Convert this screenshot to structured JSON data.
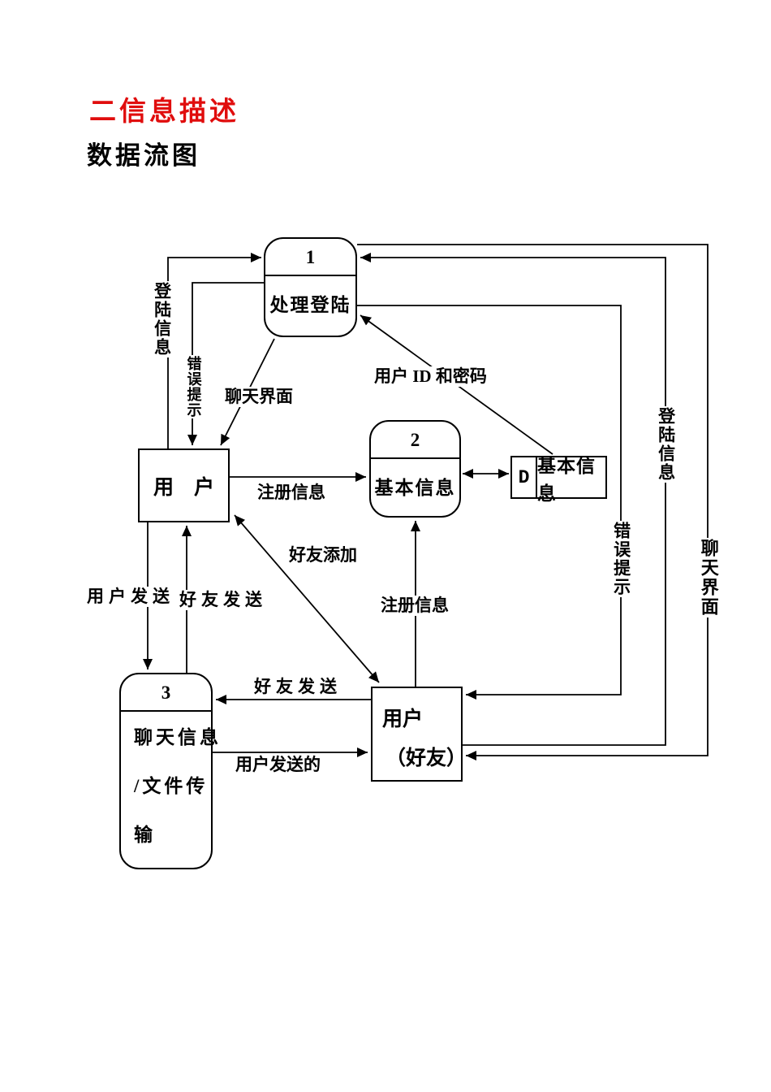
{
  "page": {
    "title": "二信息描述",
    "subtitle": "数据流图"
  },
  "colors": {
    "title_red": "#e00d0d",
    "ink": "#000000",
    "background": "#ffffff"
  },
  "diagram": {
    "process1": {
      "number": "1",
      "name": "处理登陆"
    },
    "process2": {
      "number": "2",
      "name": "基本信息"
    },
    "process3": {
      "number": "3",
      "line1": "聊天信息",
      "line2": "/文件传",
      "line3": "输"
    },
    "entity_user": {
      "label": "用    户"
    },
    "entity_friend": {
      "line1": "用户",
      "line2": "（好友）"
    },
    "datastore": {
      "letter": "D",
      "name": "基本信息"
    },
    "flows": {
      "login_info_left": "登陆信息",
      "error_hint_left": "错误提示",
      "chat_ui_to_user": "聊天界面",
      "user_id_password": "用户 ID 和密码",
      "register_info_h": "注册信息",
      "friend_add": "好友添加",
      "user_send": "用户发送",
      "friend_send_up": "好友发送",
      "register_info_v": "注册信息",
      "friend_send_h": "好友发送",
      "user_sent_h": "用户发送的",
      "error_hint_right": "错误提示",
      "login_info_right": "登陆信息",
      "chat_ui_right": "聊天界面"
    }
  }
}
